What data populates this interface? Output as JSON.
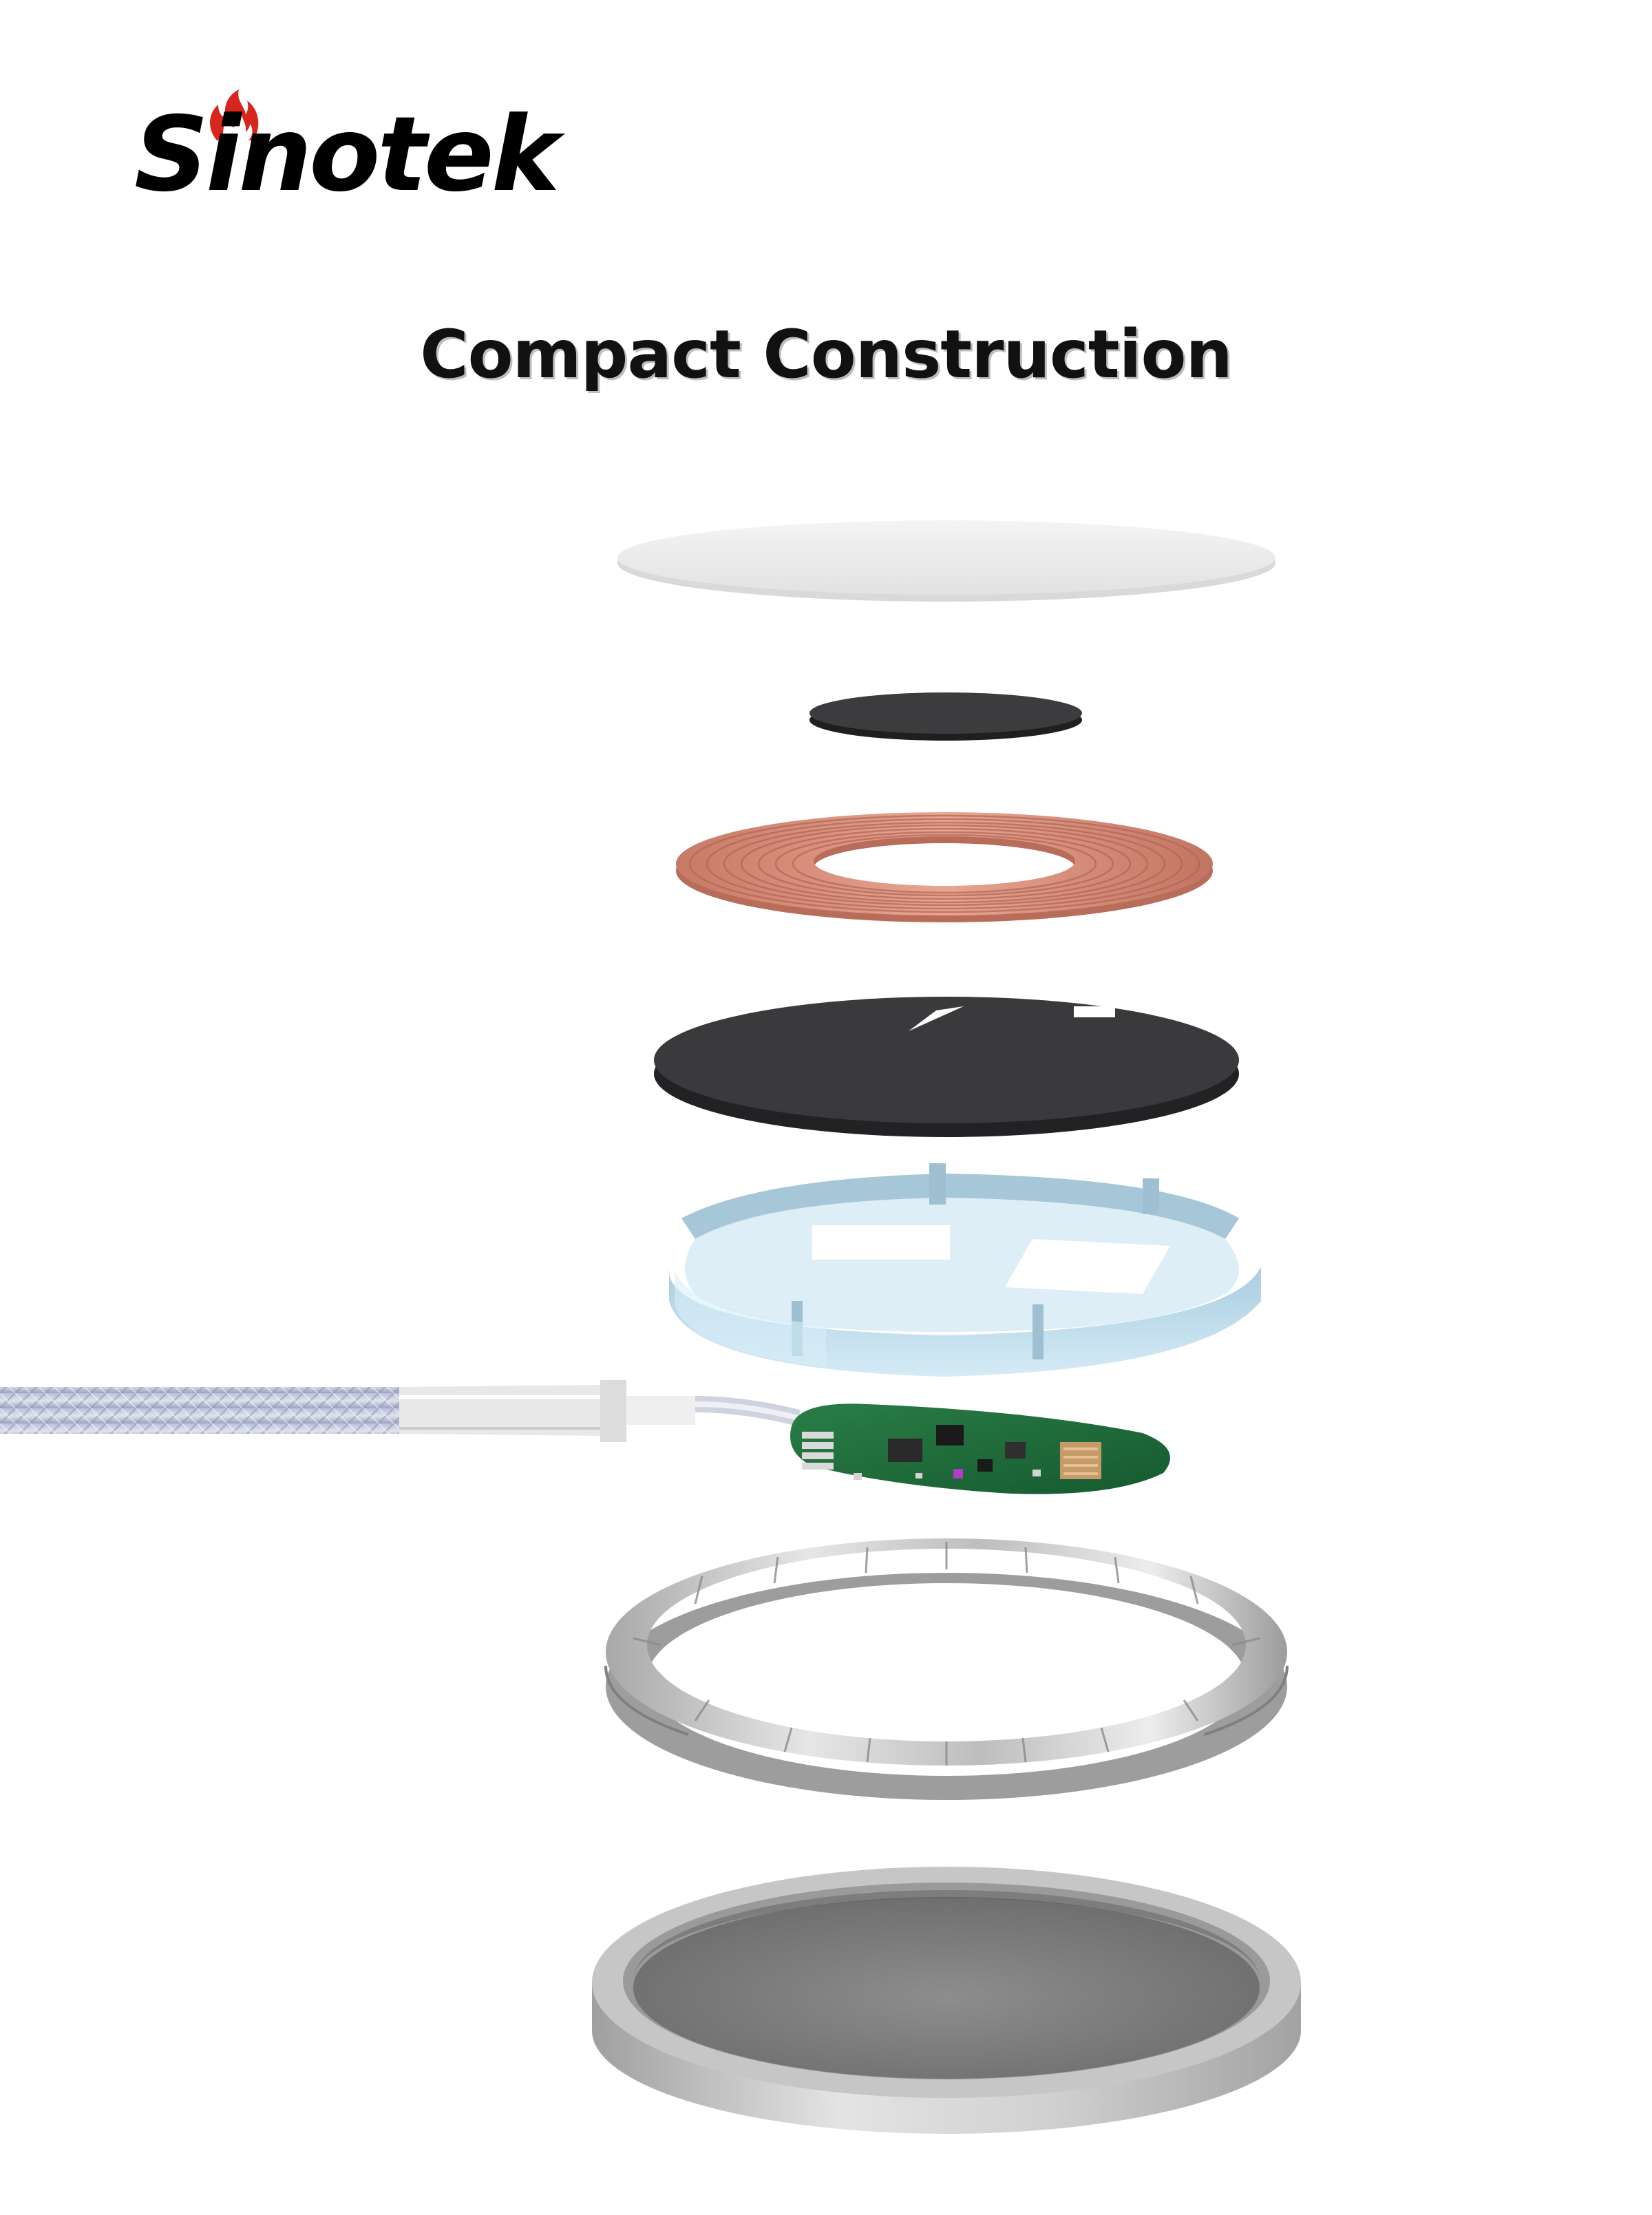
{
  "brand": {
    "name": "Sinotek",
    "accent_color": "#d7261e"
  },
  "headline": "Compact Construction",
  "components": [
    {
      "name": "top-cover-layer",
      "color": "#efefef"
    },
    {
      "name": "small-black-disc",
      "color": "#3c3c3e"
    },
    {
      "name": "copper-coil",
      "color": "#d58b78"
    },
    {
      "name": "ferrite-shield-disc",
      "color": "#3a3a3c"
    },
    {
      "name": "blue-bracket-frame",
      "color": "#bcdcec"
    },
    {
      "name": "pcb-with-cable",
      "color": "#1f6b3a"
    },
    {
      "name": "magnet-ring",
      "color": "#c8c8c8"
    },
    {
      "name": "aluminum-base-shell",
      "color": "#b7b7b7"
    }
  ]
}
